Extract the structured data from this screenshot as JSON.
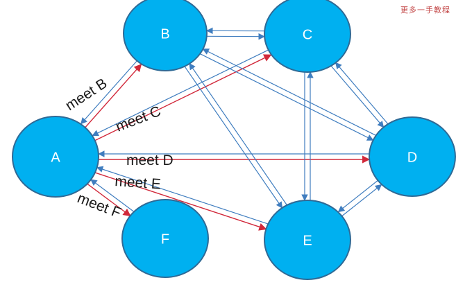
{
  "watermark": "更多一手教程",
  "colors": {
    "node_fill": "#00b0f0",
    "node_stroke": "#2e6a96",
    "edge_blue": "#3f7dbf",
    "edge_red": "#d1283a"
  },
  "nodes": [
    {
      "id": "A",
      "label": "A"
    },
    {
      "id": "B",
      "label": "B"
    },
    {
      "id": "C",
      "label": "C"
    },
    {
      "id": "D",
      "label": "D"
    },
    {
      "id": "E",
      "label": "E"
    },
    {
      "id": "F",
      "label": "F"
    }
  ],
  "edges": [
    {
      "from": "A",
      "to": "B",
      "color": "red",
      "label": "meet B"
    },
    {
      "from": "B",
      "to": "A",
      "color": "blue",
      "label": ""
    },
    {
      "from": "A",
      "to": "C",
      "color": "red",
      "label": "meet C"
    },
    {
      "from": "C",
      "to": "A",
      "color": "blue",
      "label": ""
    },
    {
      "from": "A",
      "to": "D",
      "color": "red",
      "label": "meet D"
    },
    {
      "from": "D",
      "to": "A",
      "color": "blue",
      "label": ""
    },
    {
      "from": "A",
      "to": "E",
      "color": "red",
      "label": "meet E"
    },
    {
      "from": "E",
      "to": "A",
      "color": "blue",
      "label": ""
    },
    {
      "from": "A",
      "to": "F",
      "color": "red",
      "label": "meet F"
    },
    {
      "from": "F",
      "to": "A",
      "color": "blue",
      "label": ""
    },
    {
      "from": "B",
      "to": "C",
      "color": "blue",
      "label": ""
    },
    {
      "from": "C",
      "to": "B",
      "color": "blue",
      "label": ""
    },
    {
      "from": "B",
      "to": "D",
      "color": "blue",
      "label": ""
    },
    {
      "from": "D",
      "to": "B",
      "color": "blue",
      "label": ""
    },
    {
      "from": "B",
      "to": "E",
      "color": "blue",
      "label": ""
    },
    {
      "from": "E",
      "to": "B",
      "color": "blue",
      "label": ""
    },
    {
      "from": "C",
      "to": "D",
      "color": "blue",
      "label": ""
    },
    {
      "from": "D",
      "to": "C",
      "color": "blue",
      "label": ""
    },
    {
      "from": "C",
      "to": "E",
      "color": "blue",
      "label": ""
    },
    {
      "from": "E",
      "to": "C",
      "color": "blue",
      "label": ""
    },
    {
      "from": "D",
      "to": "E",
      "color": "blue",
      "label": ""
    },
    {
      "from": "E",
      "to": "D",
      "color": "blue",
      "label": ""
    }
  ]
}
